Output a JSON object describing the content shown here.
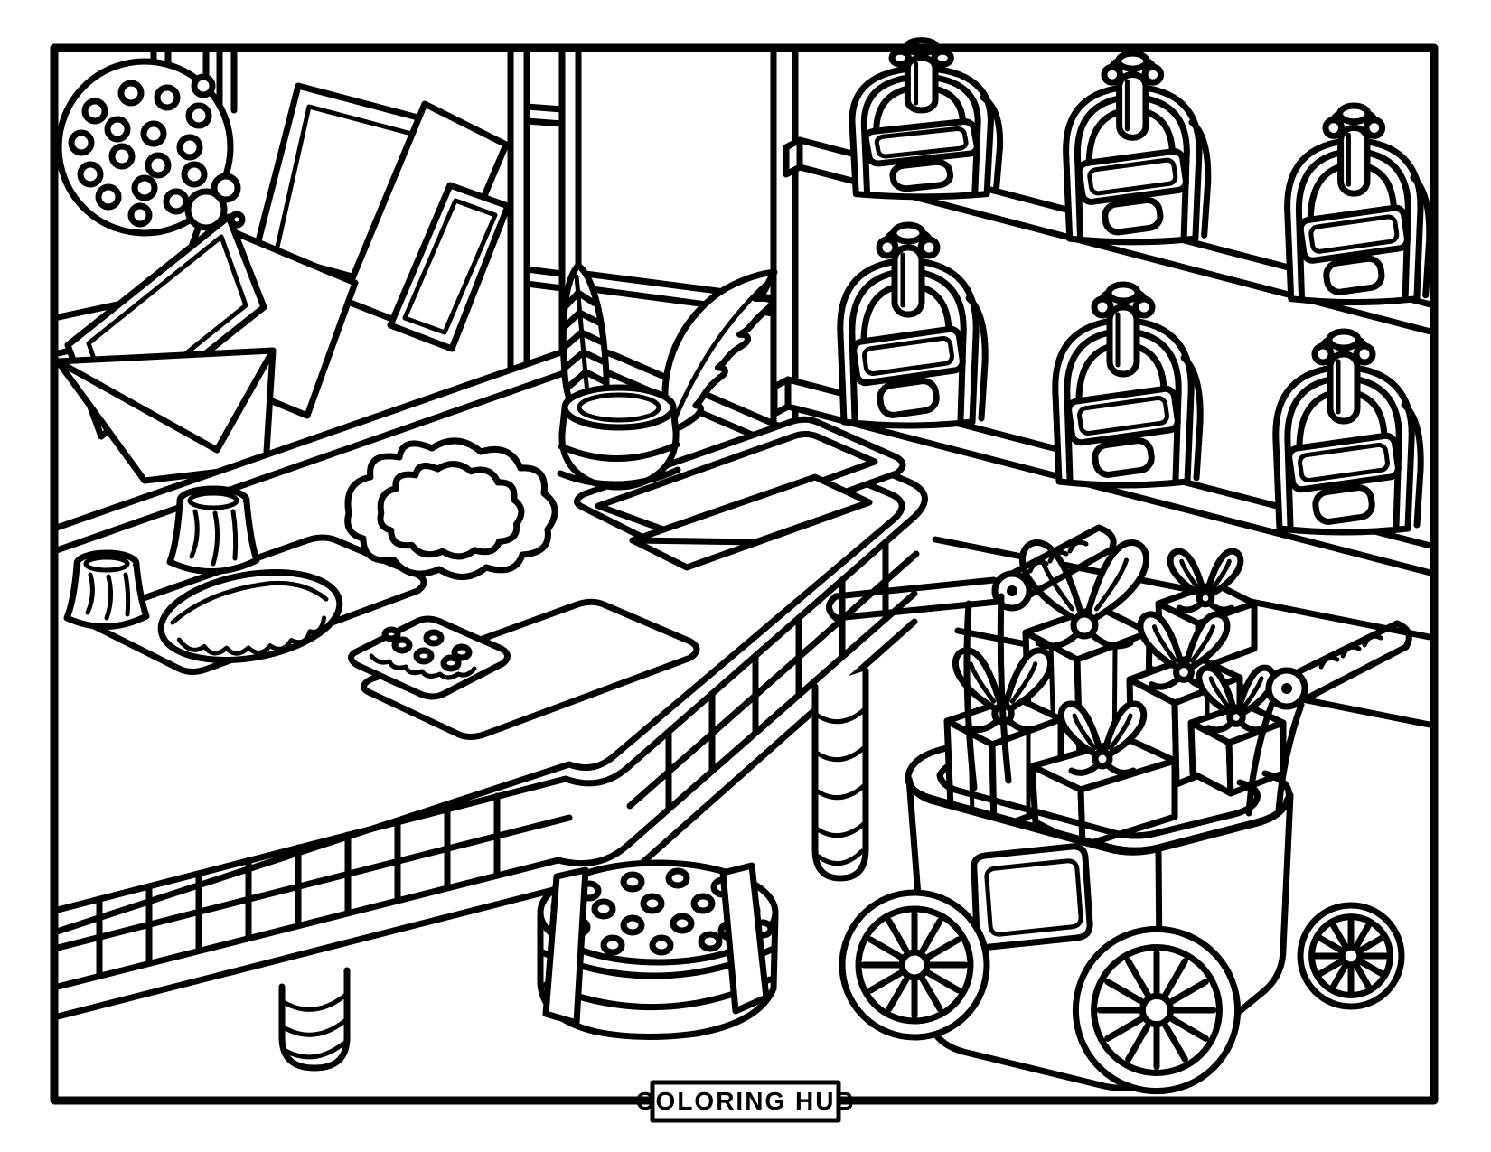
{
  "page": {
    "kind": "printable coloring page",
    "background_color": "#ffffff",
    "line_color": "#000000",
    "border": {
      "present": true,
      "color": "#000000"
    }
  },
  "footer": {
    "brand_label": "COLORING HUB"
  },
  "scene": {
    "setting": "mail room with sorting desk, satchel shelves and gift cart",
    "objects": [
      {
        "name": "window-frame",
        "location": "top-left"
      },
      {
        "name": "polka-dot-cookie",
        "location": "top-left",
        "dot_count": 17,
        "bitten": true
      },
      {
        "name": "letter-stack",
        "location": "top-left",
        "card_count": 5
      },
      {
        "name": "open-envelope",
        "location": "left"
      },
      {
        "name": "shelf-board",
        "count": 2,
        "location": "right-wall"
      },
      {
        "name": "mail-satchel",
        "count": 6,
        "rows": 2,
        "per_row": 3
      },
      {
        "name": "sorting-desk",
        "location": "center-left",
        "tray_count": 3,
        "striped_legs": 2
      },
      {
        "name": "pen-cup",
        "contents": [
          "striped-leaf-feather",
          "quill-feather"
        ]
      },
      {
        "name": "canele-cup",
        "count": 2
      },
      {
        "name": "scalloped-pie",
        "location": "desk"
      },
      {
        "name": "cloud-cookie",
        "location": "desk"
      },
      {
        "name": "square-dotted-cookie",
        "location": "desk",
        "dot_count": 6
      },
      {
        "name": "paper-and-envelope",
        "location": "desk-tray"
      },
      {
        "name": "cookie-tin",
        "location": "bottom-center",
        "dot_count": 17,
        "straps": 2
      },
      {
        "name": "gift-cart",
        "location": "bottom-right",
        "wheel_count": 3,
        "handle_count": 2
      },
      {
        "name": "gift-box",
        "count": 6,
        "bows": 6
      }
    ]
  }
}
